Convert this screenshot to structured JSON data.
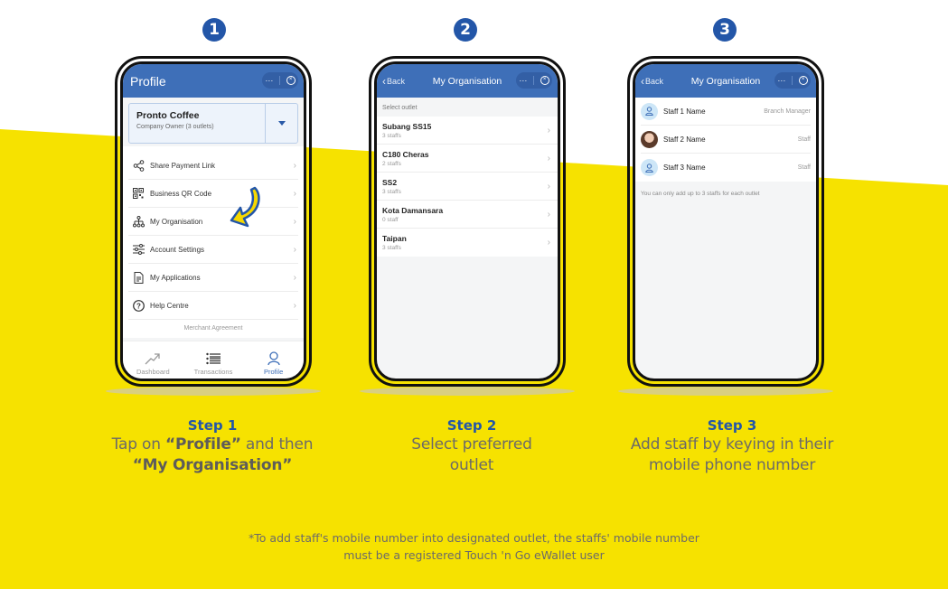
{
  "colors": {
    "brand_blue": "#3e6fb8",
    "badge_blue": "#2356a8",
    "yellow": "#f6e200",
    "caption_gray": "#6c6a68"
  },
  "steps": [
    {
      "badge": "1",
      "phone": {
        "appbar_title": "Profile",
        "capsule_more": "···",
        "capsule_close": "×",
        "company": {
          "name": "Pronto Coffee",
          "subtitle": "Company Owner (3 outlets)"
        },
        "menu": [
          {
            "label": "Share Payment Link",
            "icon": "share-icon"
          },
          {
            "label": "Business QR Code",
            "icon": "qr-code-icon"
          },
          {
            "label": "My Organisation",
            "icon": "organisation-icon"
          },
          {
            "label": "Account Settings",
            "icon": "sliders-icon"
          },
          {
            "label": "My Applications",
            "icon": "document-icon"
          },
          {
            "label": "Help Centre",
            "icon": "help-icon"
          }
        ],
        "footer_link": "Merchant Agreement",
        "tabs": [
          {
            "label": "Dashboard",
            "icon": "trend-icon",
            "active": false
          },
          {
            "label": "Transactions",
            "icon": "list-icon",
            "active": false
          },
          {
            "label": "Profile",
            "icon": "user-icon",
            "active": true
          }
        ]
      },
      "caption": {
        "title": "Step 1",
        "line1_pre": "Tap on ",
        "line1_bold": "“Profile”",
        "line1_post": " and then",
        "line2_bold": "“My Organisation”"
      }
    },
    {
      "badge": "2",
      "phone": {
        "back_label": "Back",
        "appbar_title": "My Organisation",
        "capsule_more": "···",
        "capsule_close": "×",
        "section_label": "Select outlet",
        "outlets": [
          {
            "name": "Subang SS15",
            "count": "3 staffs"
          },
          {
            "name": "C180 Cheras",
            "count": "2 staffs"
          },
          {
            "name": "SS2",
            "count": "3 staffs"
          },
          {
            "name": "Kota Damansara",
            "count": "0 staff"
          },
          {
            "name": "Taipan",
            "count": "3 staffs"
          }
        ]
      },
      "caption": {
        "title": "Step 2",
        "line1": "Select preferred",
        "line2": "outlet"
      }
    },
    {
      "badge": "3",
      "phone": {
        "back_label": "Back",
        "appbar_title": "My Organisation",
        "capsule_more": "···",
        "capsule_close": "×",
        "staff": [
          {
            "name": "Staff 1 Name",
            "role": "Branch Manager",
            "avatar": "default"
          },
          {
            "name": "Staff 2 Name",
            "role": "Staff",
            "avatar": "photo"
          },
          {
            "name": "Staff 3 Name",
            "role": "Staff",
            "avatar": "default"
          }
        ],
        "hint": "You can only add up to 3 staffs for each outlet"
      },
      "caption": {
        "title": "Step 3",
        "line1": "Add staff by keying in their",
        "line2": "mobile phone number"
      }
    }
  ],
  "chev": "›",
  "footnote": {
    "line1": "*To add staff's mobile number into designated outlet, the staffs' mobile number",
    "line2": "must be a registered Touch 'n Go eWallet user"
  }
}
